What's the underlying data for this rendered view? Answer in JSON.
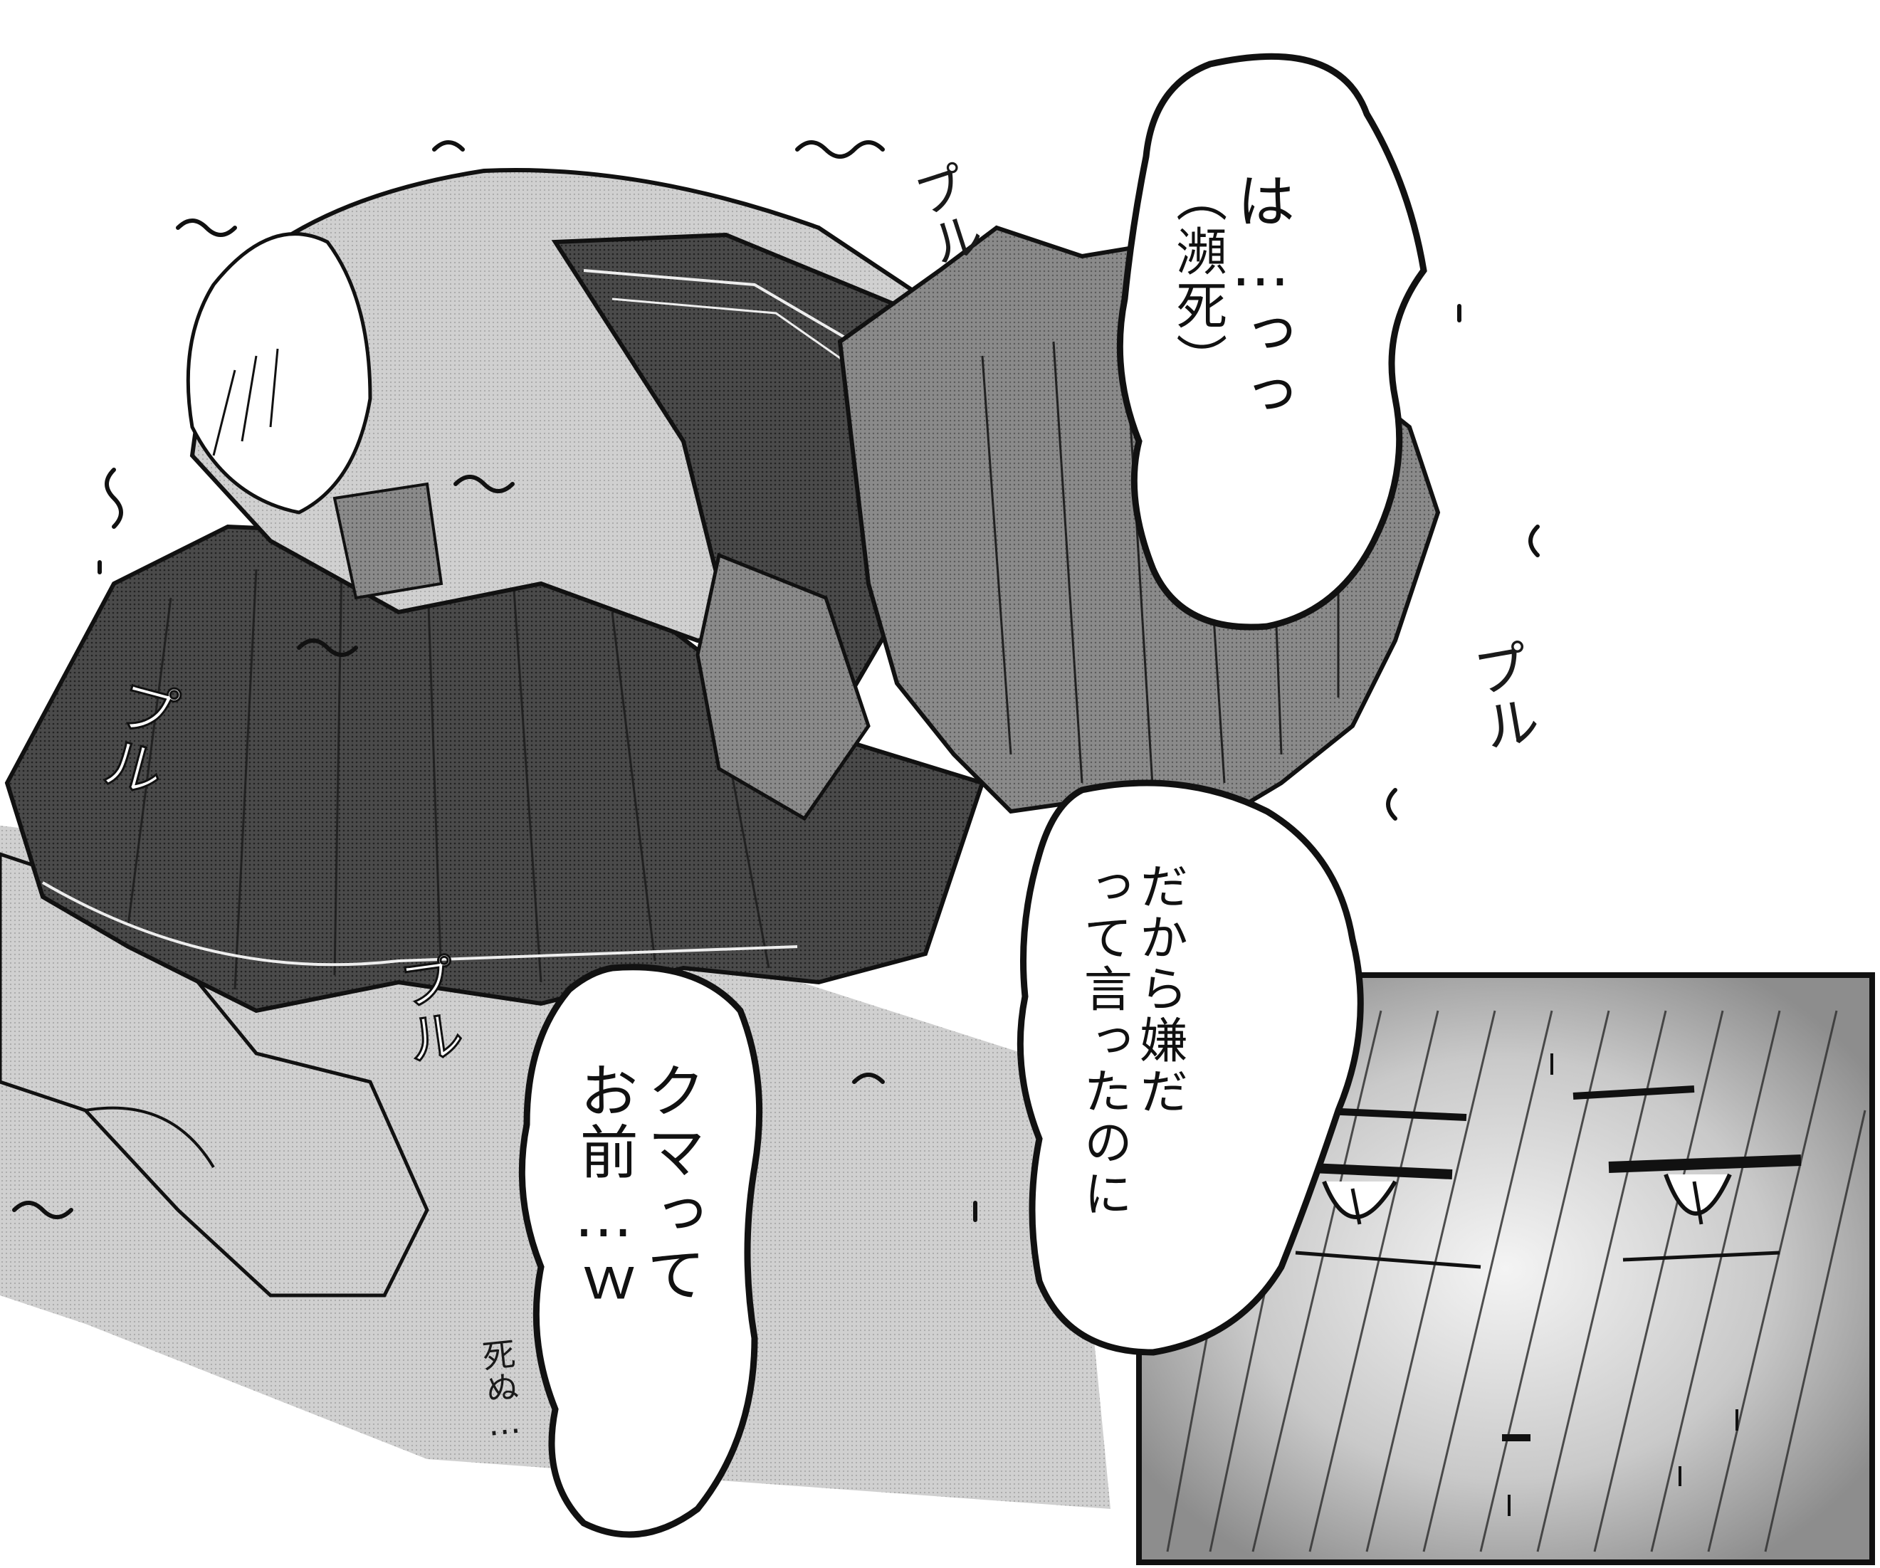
{
  "colors": {
    "ink": "#111111",
    "screentone_dark": "#3a3a3a",
    "screentone_mid": "#7a7a7a",
    "screentone_light": "#b9b9b9",
    "paper": "#ffffff"
  },
  "bubbles": {
    "top_right": {
      "lines": [
        "は…っっ",
        "（瀕死）"
      ]
    },
    "middle": {
      "lines": [
        "だから嫌だ",
        "って言ったのに"
      ]
    },
    "bottom_left": {
      "lines": [
        "クマって",
        "お前…ｗ"
      ]
    }
  },
  "sfx": {
    "pulu_1": "プル",
    "pulu_2": "プル",
    "pulu_3": "プル",
    "pulu_4": "プル",
    "whisper": "死ぬ…"
  }
}
